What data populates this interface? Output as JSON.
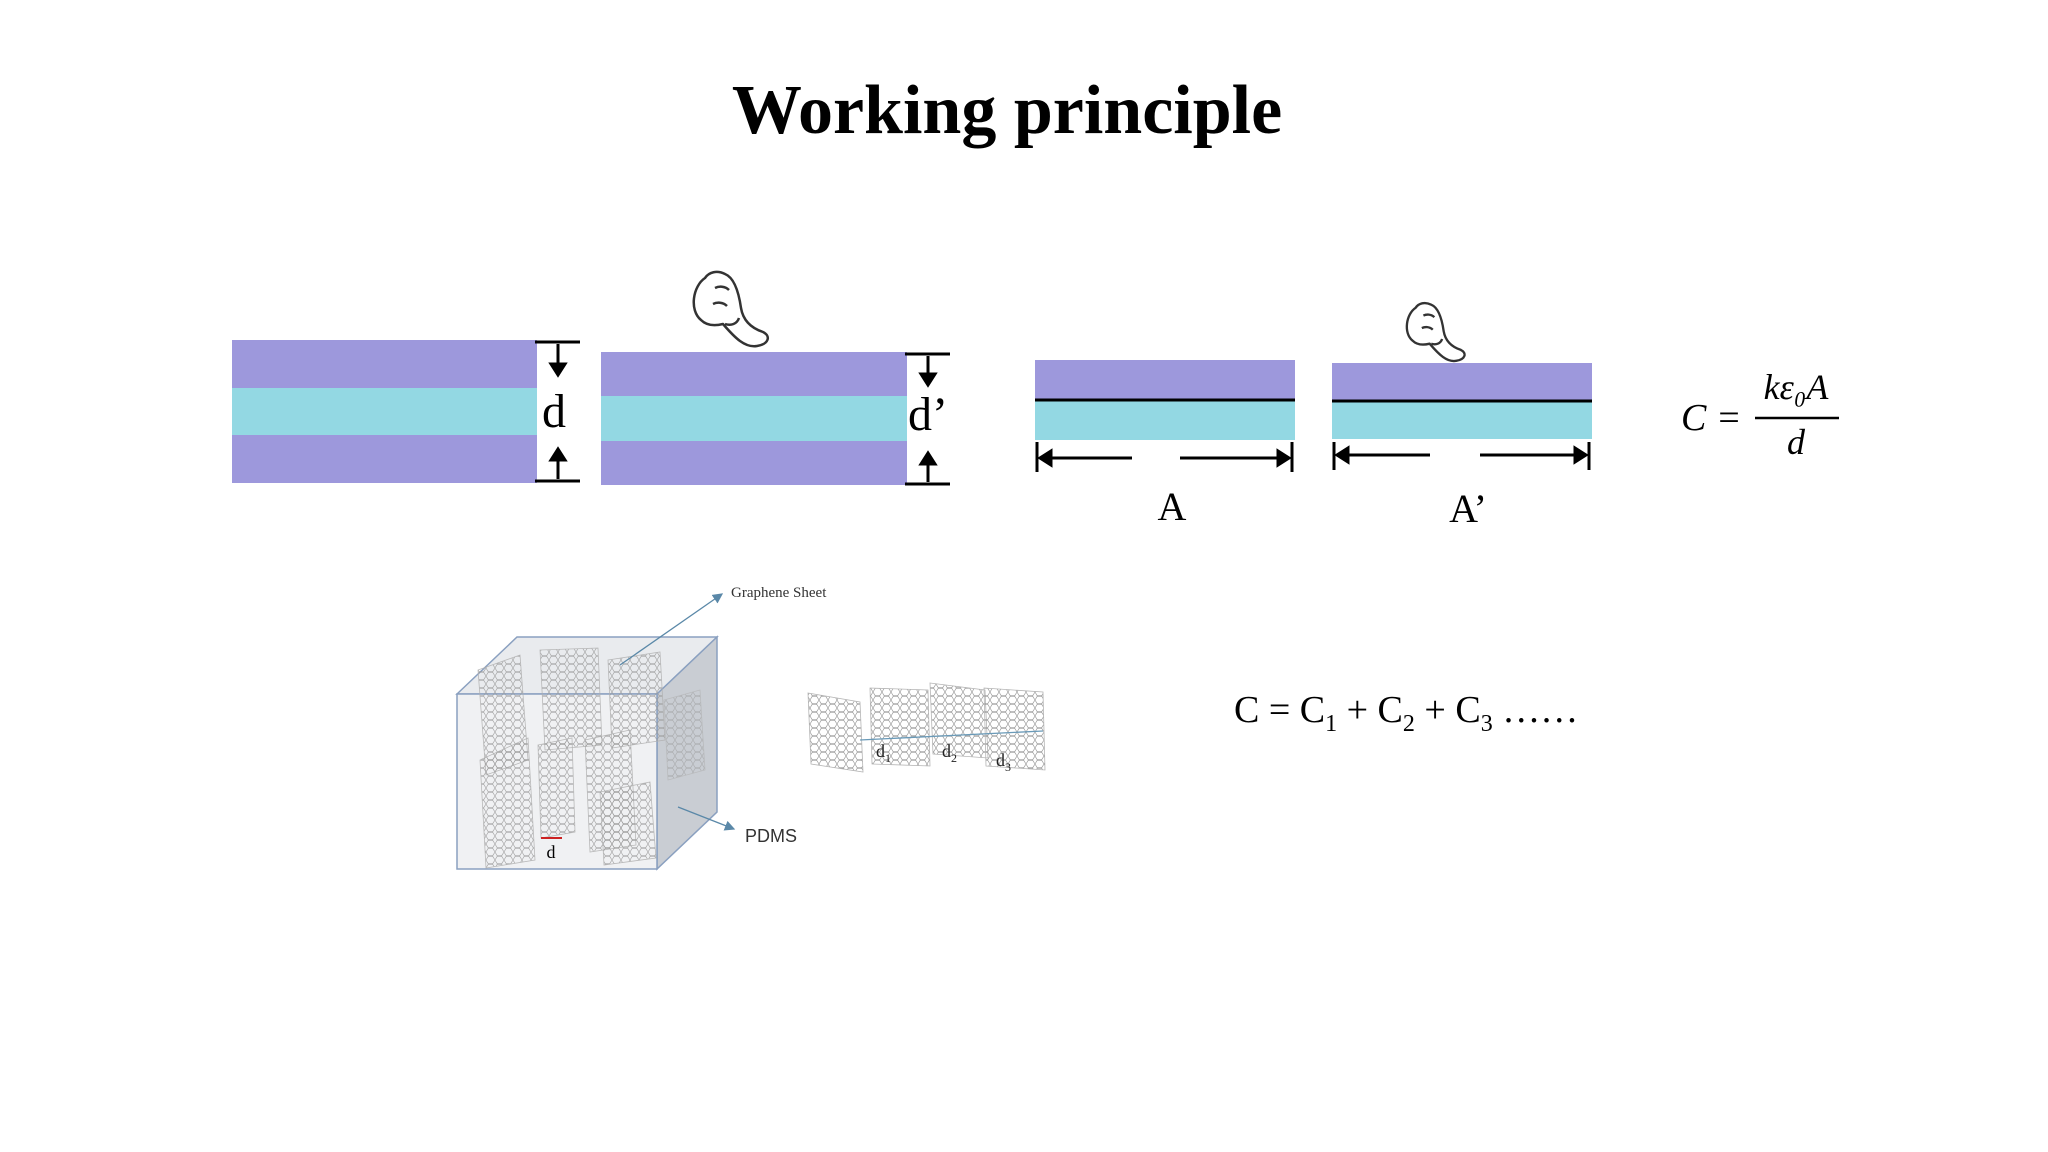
{
  "slide": {
    "title": "Working principle"
  },
  "labels": {
    "d": "d",
    "d_prime": "d’",
    "a": "A",
    "a_prime": "A’",
    "graphene_sheet": "Graphene  Sheet",
    "pdms": "PDMS",
    "cube_d": "d",
    "d1": "d",
    "d1_sub": "1",
    "d2": "d",
    "d2_sub": "2",
    "d3": "d",
    "d3_sub": "3"
  },
  "formula1": {
    "lhs": "C =",
    "numerator": "kε₀A",
    "denominator": "d"
  },
  "formula2": {
    "c": "C = C",
    "sub1": "1",
    "plus1": " + C",
    "sub2": "2",
    "plus2": " + C",
    "sub3": "3",
    "tail": " ……"
  },
  "colors": {
    "purple_layer": "#9d98dc",
    "cyan_layer": "#93d8e3",
    "text": "#000000",
    "cube_edge": "#8aa0c0",
    "pdms_shade": "#c9cdd3",
    "red_mark": "#cc2222"
  },
  "icons": [
    "pressing-finger-icon",
    "pressing-finger-icon"
  ]
}
